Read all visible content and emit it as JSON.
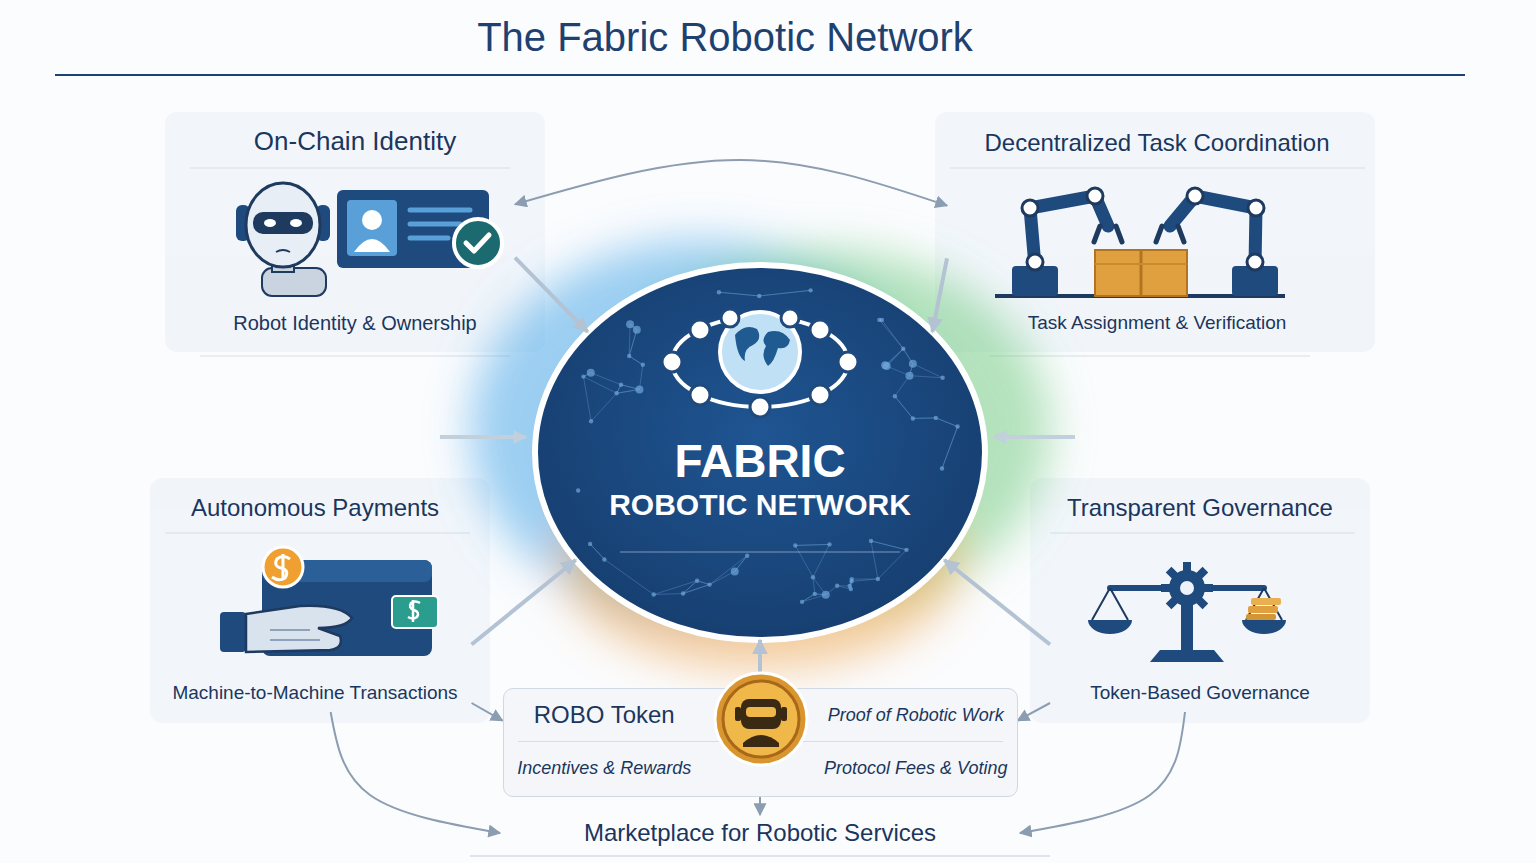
{
  "diagram": {
    "title": "The Fabric Robotic Network",
    "nodes": [
      {
        "text": [
          "On-Chain Identity",
          "Robot Identity & Ownership"
        ]
      },
      {
        "text": [
          "Decentralized Task Coordination",
          "Task Assignment & Verification"
        ]
      },
      {
        "text": [
          "FABRIC",
          "ROBOTIC NETWORK"
        ]
      },
      {
        "text": [
          "Autonomous Payments",
          "Machine-to-Machine Transactions"
        ]
      },
      {
        "text": [
          "Transparent Governance",
          "Token-Based Governance"
        ]
      },
      {
        "text": [
          "ROBO Token",
          "Proof of Robotic Work",
          "Incentives & Rewards",
          "Protocol Fees & Voting"
        ]
      },
      {
        "text": [
          "Marketplace for Robotic Services"
        ]
      }
    ],
    "edges": [
      {
        "from": 0,
        "to": 1,
        "arrow": "both"
      },
      {
        "from": 0,
        "to": 2,
        "arrow": "to"
      },
      {
        "from": 1,
        "to": 2,
        "arrow": "to"
      },
      {
        "from": 3,
        "to": 2,
        "arrow": "to"
      },
      {
        "from": 4,
        "to": 2,
        "arrow": "to"
      },
      {
        "from": 5,
        "to": 2,
        "arrow": "to"
      },
      {
        "from": 3,
        "to": 5,
        "arrow": "to"
      },
      {
        "from": 4,
        "to": 5,
        "arrow": "to"
      },
      {
        "from": 3,
        "to": 6,
        "arrow": "to"
      },
      {
        "from": 4,
        "to": 6,
        "arrow": "to"
      },
      {
        "from": 5,
        "to": 6,
        "arrow": "to"
      }
    ]
  }
}
